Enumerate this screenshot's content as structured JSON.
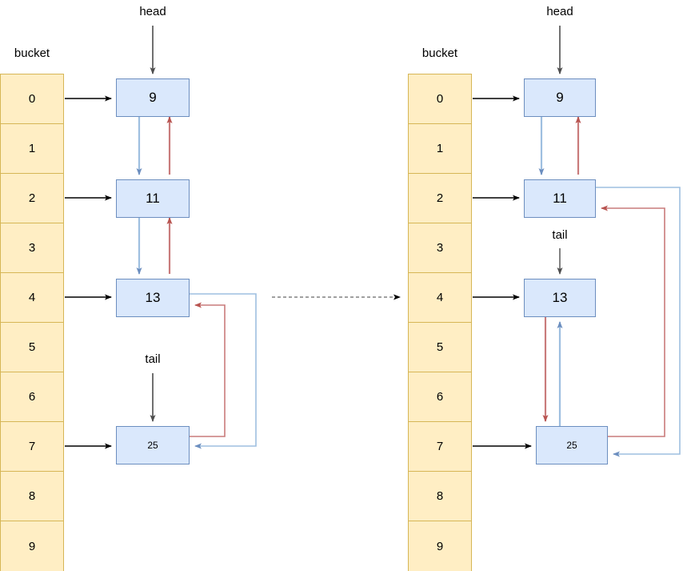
{
  "diagram": {
    "title_left": "",
    "title_right": "",
    "colors": {
      "bucket_fill": "#ffeec4",
      "bucket_stroke": "#d6b656",
      "node_fill": "#dae8fc",
      "node_stroke": "#6c8ebf",
      "next_pointer": "#9ebfe0",
      "prev_pointer": "#c97b7b",
      "bucket_arrow": "#000000",
      "transition_arrow": "#808080"
    },
    "transition": {
      "name": "transition-arrow",
      "style": "dashed"
    },
    "panels": [
      {
        "id": "before",
        "bucket_header": "bucket",
        "buckets": [
          "0",
          "1",
          "2",
          "3",
          "4",
          "5",
          "6",
          "7",
          "8",
          "9"
        ],
        "head_label": "head",
        "tail_label": "tail",
        "head_target": "9",
        "tail_target": "25",
        "nodes": [
          {
            "value": "9",
            "bucket": "0"
          },
          {
            "value": "11",
            "bucket": "2"
          },
          {
            "value": "13",
            "bucket": "4"
          },
          {
            "value": "25",
            "bucket": "7"
          }
        ],
        "next_chain": [
          "9",
          "11",
          "13",
          "25"
        ],
        "prev_chain": [
          "25",
          "13",
          "11",
          "9"
        ]
      },
      {
        "id": "after",
        "bucket_header": "bucket",
        "buckets": [
          "0",
          "1",
          "2",
          "3",
          "4",
          "5",
          "6",
          "7",
          "8",
          "9"
        ],
        "head_label": "head",
        "tail_label": "tail",
        "head_target": "9",
        "tail_target": "13",
        "nodes": [
          {
            "value": "9",
            "bucket": "0"
          },
          {
            "value": "11",
            "bucket": "2"
          },
          {
            "value": "13",
            "bucket": "4"
          },
          {
            "value": "25",
            "bucket": "7"
          }
        ],
        "next_chain": [
          "9",
          "11",
          "25",
          "13"
        ],
        "prev_chain": [
          "13",
          "25",
          "11",
          "9"
        ]
      }
    ]
  }
}
